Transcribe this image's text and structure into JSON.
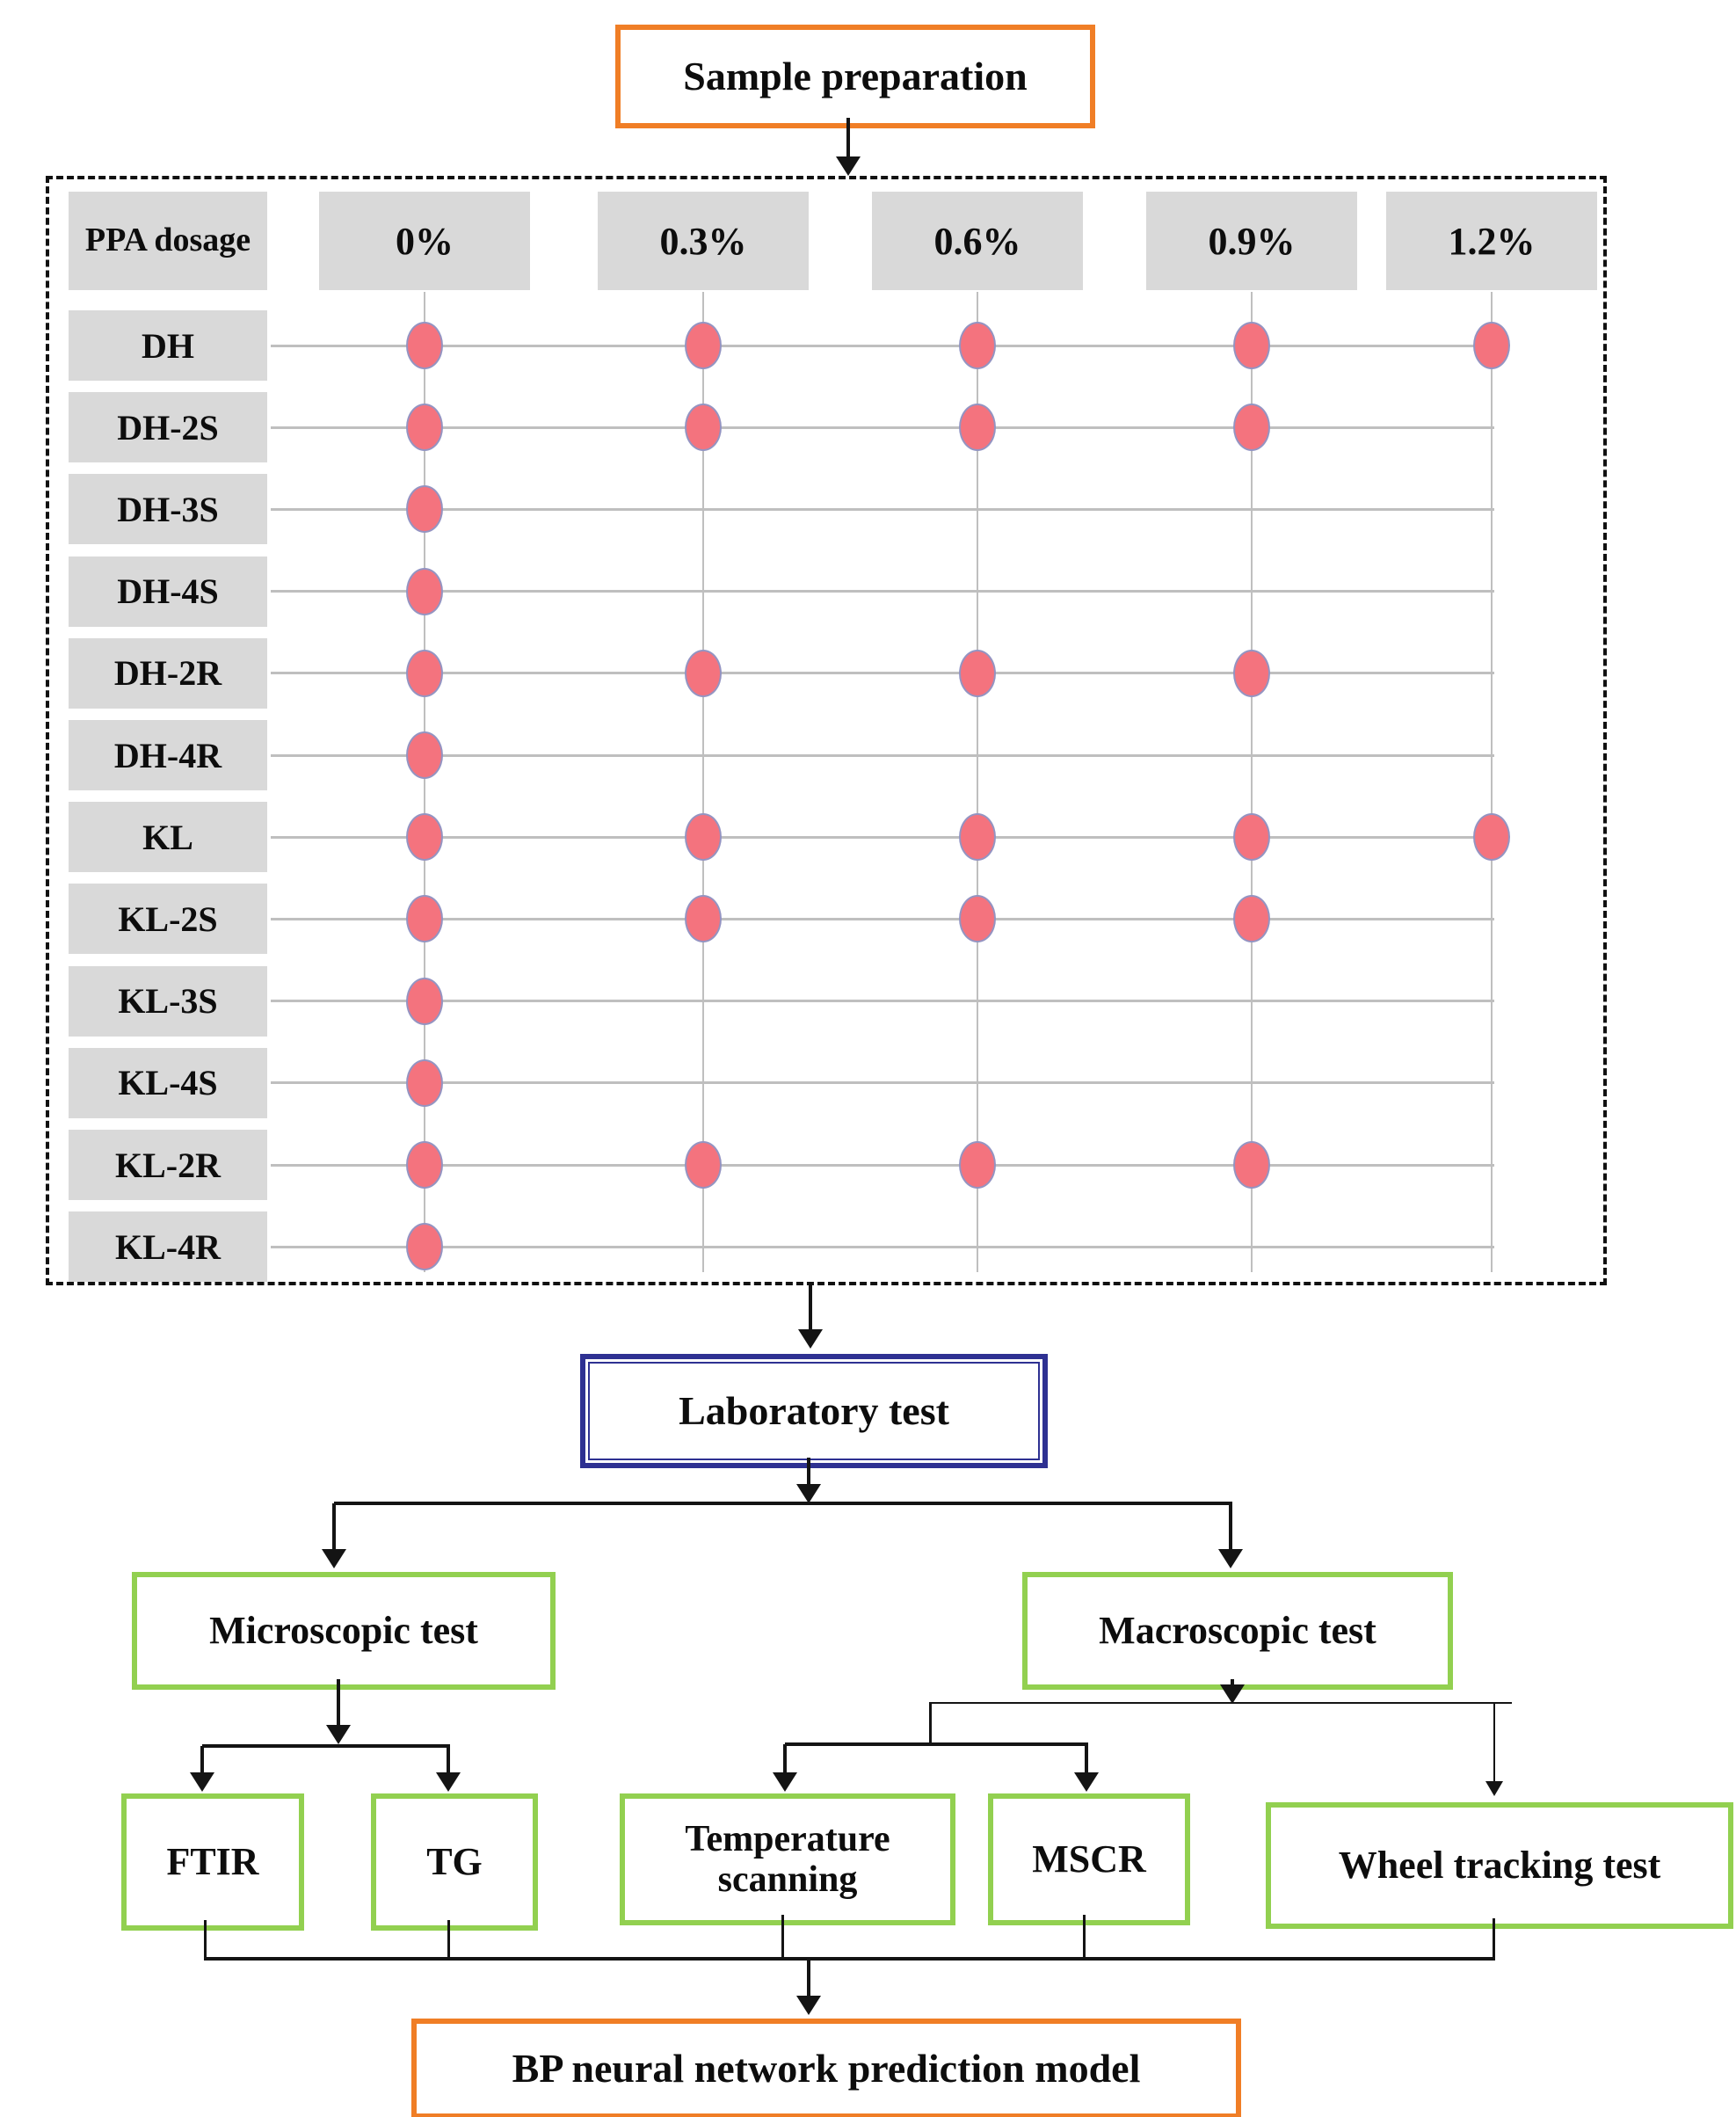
{
  "colors": {
    "orange": "#F07E26",
    "navy": "#2E3192",
    "green": "#92D050",
    "cell-gray": "#D9D9D9",
    "dot-fill": "#F4737E",
    "dot-stroke": "#9494C2",
    "grid-gray": "#BFBFBF",
    "line-black": "#141414"
  },
  "flow": {
    "sample_preparation": "Sample preparation",
    "laboratory_test": "Laboratory test",
    "microscopic_test": "Microscopic test",
    "macroscopic_test": "Macroscopic test",
    "ftir": "FTIR",
    "tg": "TG",
    "temperature_scanning": "Temperature scanning",
    "mscr": "MSCR",
    "wheel_tracking_test": "Wheel tracking test",
    "bp_model": "BP neural network prediction model"
  },
  "matrix": {
    "corner_label": "PPA dosage",
    "columns": [
      "0%",
      "0.3%",
      "0.6%",
      "0.9%",
      "1.2%"
    ],
    "rows": [
      {
        "label": "DH",
        "dots": [
          1,
          1,
          1,
          1,
          1
        ]
      },
      {
        "label": "DH-2S",
        "dots": [
          1,
          1,
          1,
          1,
          0
        ]
      },
      {
        "label": "DH-3S",
        "dots": [
          1,
          0,
          0,
          0,
          0
        ]
      },
      {
        "label": "DH-4S",
        "dots": [
          1,
          0,
          0,
          0,
          0
        ]
      },
      {
        "label": "DH-2R",
        "dots": [
          1,
          1,
          1,
          1,
          0
        ]
      },
      {
        "label": "DH-4R",
        "dots": [
          1,
          0,
          0,
          0,
          0
        ]
      },
      {
        "label": "KL",
        "dots": [
          1,
          1,
          1,
          1,
          1
        ]
      },
      {
        "label": "KL-2S",
        "dots": [
          1,
          1,
          1,
          1,
          0
        ]
      },
      {
        "label": "KL-3S",
        "dots": [
          1,
          0,
          0,
          0,
          0
        ]
      },
      {
        "label": "KL-4S",
        "dots": [
          1,
          0,
          0,
          0,
          0
        ]
      },
      {
        "label": "KL-2R",
        "dots": [
          1,
          1,
          1,
          1,
          0
        ]
      },
      {
        "label": "KL-4R",
        "dots": [
          1,
          0,
          0,
          0,
          0
        ]
      }
    ]
  }
}
